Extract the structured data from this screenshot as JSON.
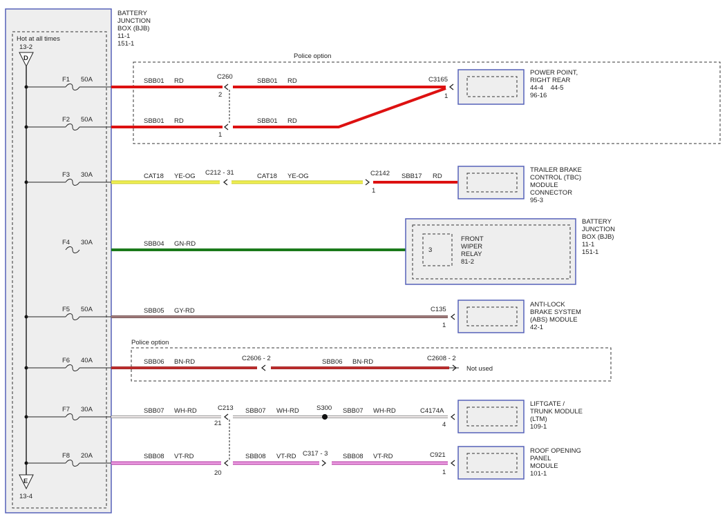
{
  "bjb": {
    "name": [
      "BATTERY",
      "JUNCTION",
      "BOX (BJB)",
      "11-1",
      "151-1"
    ],
    "hot_label": "Hot at all times",
    "top_ref": "13-2",
    "top_letter": "D",
    "bottom_letter": "E",
    "bottom_ref": "13-4"
  },
  "fuses": [
    {
      "id": "F1",
      "rating": "50A"
    },
    {
      "id": "F2",
      "rating": "50A"
    },
    {
      "id": "F3",
      "rating": "30A"
    },
    {
      "id": "F4",
      "rating": "30A"
    },
    {
      "id": "F5",
      "rating": "50A"
    },
    {
      "id": "F6",
      "rating": "40A"
    },
    {
      "id": "F7",
      "rating": "30A"
    },
    {
      "id": "F8",
      "rating": "20A"
    }
  ],
  "police_option_labels": [
    "Police option",
    "Police option"
  ],
  "circuits": {
    "f1_left": "SBB01",
    "f1_left_color": "RD",
    "f1_right": "SBB01",
    "f1_right_color": "RD",
    "f2_left": "SBB01",
    "f2_left_color": "RD",
    "f2_right": "SBB01",
    "f2_right_color": "RD",
    "f3_left": "CAT18",
    "f3_left_color": "YE-OG",
    "f3_mid": "CAT18",
    "f3_mid_color": "YE-OG",
    "f3_right": "SBB17",
    "f3_right_color": "RD",
    "f4": "SBB04",
    "f4_color": "GN-RD",
    "f5": "SBB05",
    "f5_color": "GY-RD",
    "f6_left": "SBB06",
    "f6_left_color": "BN-RD",
    "f6_right": "SBB06",
    "f6_right_color": "BN-RD",
    "f7_a": "SBB07",
    "f7_a_color": "WH-RD",
    "f7_b": "SBB07",
    "f7_b_color": "WH-RD",
    "f7_c": "SBB07",
    "f7_c_color": "WH-RD",
    "f8_a": "SBB08",
    "f8_a_color": "VT-RD",
    "f8_b": "SBB08",
    "f8_b_color": "VT-RD",
    "f8_c": "SBB08",
    "f8_c_color": "VT-RD"
  },
  "connectors": {
    "c260": "C260",
    "c260_pin_a": "2",
    "c260_pin_b": "1",
    "c3165": "C3165",
    "c3165_pin": "1",
    "c212": "C212 - 31",
    "c2142": "C2142",
    "c2142_pin": "1",
    "c135": "C135",
    "c135_pin": "1",
    "c2606": "C2606 - 2",
    "c2608": "C2608 - 2",
    "c213": "C213",
    "c213_pin_a": "21",
    "c213_pin_b": "20",
    "s300": "S300",
    "c4174a": "C4174A",
    "c4174a_pin": "4",
    "c317": "C317 - 3",
    "c921": "C921",
    "c921_pin": "1"
  },
  "not_used": "Not used",
  "modules": {
    "power_point": [
      "POWER POINT,",
      "RIGHT REAR",
      "44-4    44-5",
      "96-16"
    ],
    "tbc": [
      "TRAILER BRAKE",
      "CONTROL (TBC)",
      "MODULE",
      "CONNECTOR",
      "95-3"
    ],
    "bjb2": [
      "BATTERY",
      "JUNCTION",
      "BOX (BJB)",
      "11-1",
      "151-1"
    ],
    "relay": [
      "FRONT",
      "WIPER",
      "RELAY",
      "81-2"
    ],
    "relay_pin": "3",
    "abs": [
      "ANTI-LOCK",
      "BRAKE SYSTEM",
      "(ABS) MODULE",
      "42-1"
    ],
    "ltm": [
      "LIFTGATE /",
      "TRUNK MODULE",
      "(LTM)",
      "109-1"
    ],
    "roof": [
      "ROOF OPENING",
      "PANEL",
      "MODULE",
      "101-1"
    ]
  },
  "wire_colors": {
    "red": "#dd1111",
    "yellow": "#eeee33",
    "green": "#1a7a1a",
    "gray_red": "#8c6e6e",
    "brown_red": "#b83333",
    "white_red": "#f0eaea",
    "violet_red": "#e888d8",
    "frame_blue": "#5560b8"
  }
}
